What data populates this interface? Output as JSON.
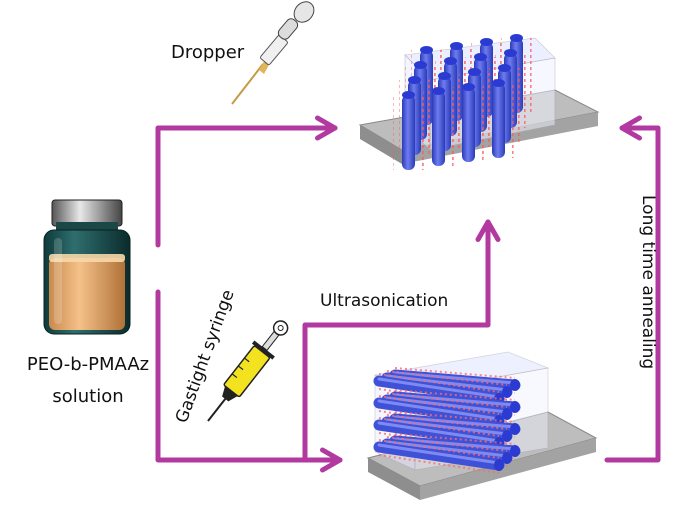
{
  "labels": {
    "dropper": "Dropper",
    "syringe": "Gastight syringe",
    "ultrasonication": "Ultrasonication",
    "annealing": "Long time annealing",
    "solution_line1": "PEO-b-PMAAz",
    "solution_line2": "solution"
  },
  "colors": {
    "arrow": "#b2399f",
    "cylinder": "#3f51d6",
    "substrate": "#a9a9a9",
    "vial_liquid": "#e7ac6c",
    "syringe_body": "#f2e21f"
  },
  "icons": {
    "dropper": "dropper-icon",
    "syringe": "syringe-icon",
    "vial": "vial-icon",
    "vertical_film": "vertical-cylinder-film",
    "horizontal_film": "horizontal-cylinder-film"
  }
}
